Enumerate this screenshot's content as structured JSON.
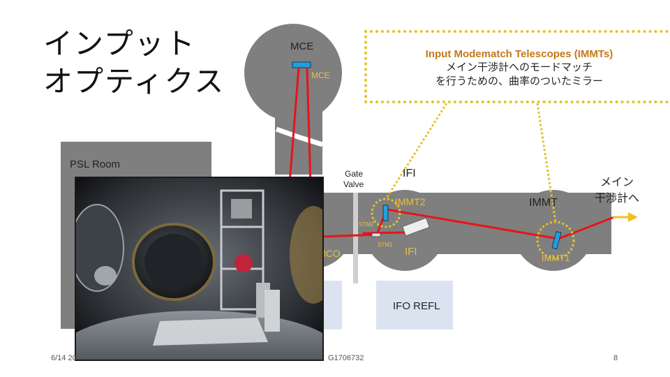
{
  "title": {
    "line1": "インプット",
    "line2": "オプティクス"
  },
  "callout": {
    "heading": "Input Modematch Telescopes (IMMTs)",
    "line1": "メイン干渉計へのモードマッチ",
    "line2": "を行うための、曲率のついたミラー"
  },
  "labels": {
    "mce_top": "MCE",
    "mce_small": "MCE",
    "psl_room": "PSL Room",
    "gate_valve_1": "Gate",
    "gate_valve_2": "Valve",
    "ifi_top": "IFI",
    "immt2": "IMMT2",
    "immt": "IMMT",
    "stm2": "STM2",
    "stm1": "STM1",
    "mco": "MCO",
    "ifi_bottom": "IFI",
    "immt1": "IMMT1",
    "ifo_refl": "IFO REFL",
    "to_main_1": "メイン",
    "to_main_2": "干渉計へ"
  },
  "footer": {
    "date": "6/14 20",
    "doc_id": "G1706732",
    "page": "8"
  },
  "colors": {
    "chamber": "#7f7f7f",
    "beam": "#e8141a",
    "beam_arrow": "#f0c020",
    "dotted": "#e3c22b",
    "port_box": "#dbe3f1"
  }
}
